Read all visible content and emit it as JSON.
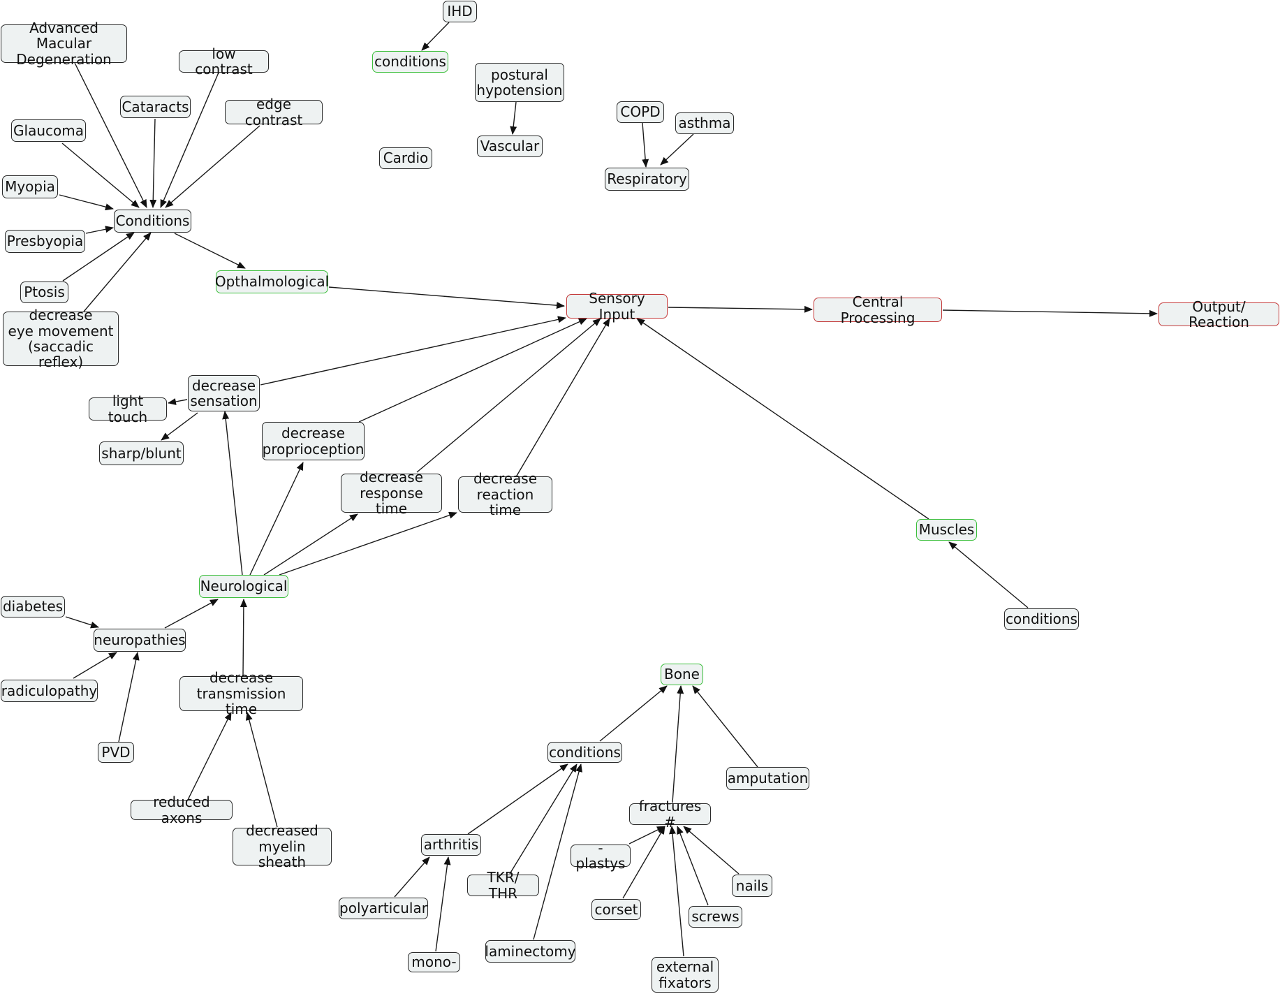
{
  "concepts": {
    "ihd": "IHD",
    "conditions_cardio": "conditions",
    "postural_hypotension": "postural\nhypotension",
    "vascular": "Vascular",
    "cardio": "Cardio",
    "copd": "COPD",
    "asthma": "asthma",
    "respiratory": "Respiratory",
    "amd": "Advanced Macular\nDegeneration",
    "low_contrast": "low contrast",
    "cataracts": "Cataracts",
    "edge_contrast": "edge contrast",
    "glaucoma": "Glaucoma",
    "myopia": "Myopia",
    "presbyopia": "Presbyopia",
    "conditions_eye": "Conditions",
    "ptosis": "Ptosis",
    "eye_movement": "decrease\neye movement\n(saccadic reflex)",
    "opthalmological": "Opthalmological",
    "sensory_input": "Sensory Input",
    "central_processing": "Central Processing",
    "output_reaction": "Output/ Reaction",
    "decrease_sensation": "decrease\nsensation",
    "light_touch": "light touch",
    "sharp_blunt": "sharp/blunt",
    "decrease_proprioception": "decrease\nproprioception",
    "decrease_response_time": "decrease\nresponse time",
    "decrease_reaction_time": "decrease\nreaction time",
    "muscles": "Muscles",
    "conditions_muscle": "conditions",
    "neurological": "Neurological",
    "diabetes": "diabetes",
    "neuropathies": "neuropathies",
    "radiculopathy": "radiculopathy",
    "pvd": "PVD",
    "decrease_transmission": "decrease\ntransmission time",
    "reduced_axons": "reduced axons",
    "decreased_myelin": "decreased\nmyelin sheath",
    "bone": "Bone",
    "conditions_bone": "conditions",
    "amputation": "amputation",
    "fractures": "fractures #",
    "arthritis": "arthritis",
    "plastys": "-plastys",
    "tkr_thr": "TKR/ THR",
    "nails": "nails",
    "polyarticular": "polyarticular",
    "corset": "corset",
    "screws": "screws",
    "mono": "mono-",
    "laminectomy": "laminectomy",
    "external_fixators": "external\nfixators"
  },
  "colors": {
    "default_border": "#2a2a2a",
    "category_border": "#3cbf3c",
    "pipeline_border": "#c43a3a",
    "node_fill": "#eef2f2"
  }
}
